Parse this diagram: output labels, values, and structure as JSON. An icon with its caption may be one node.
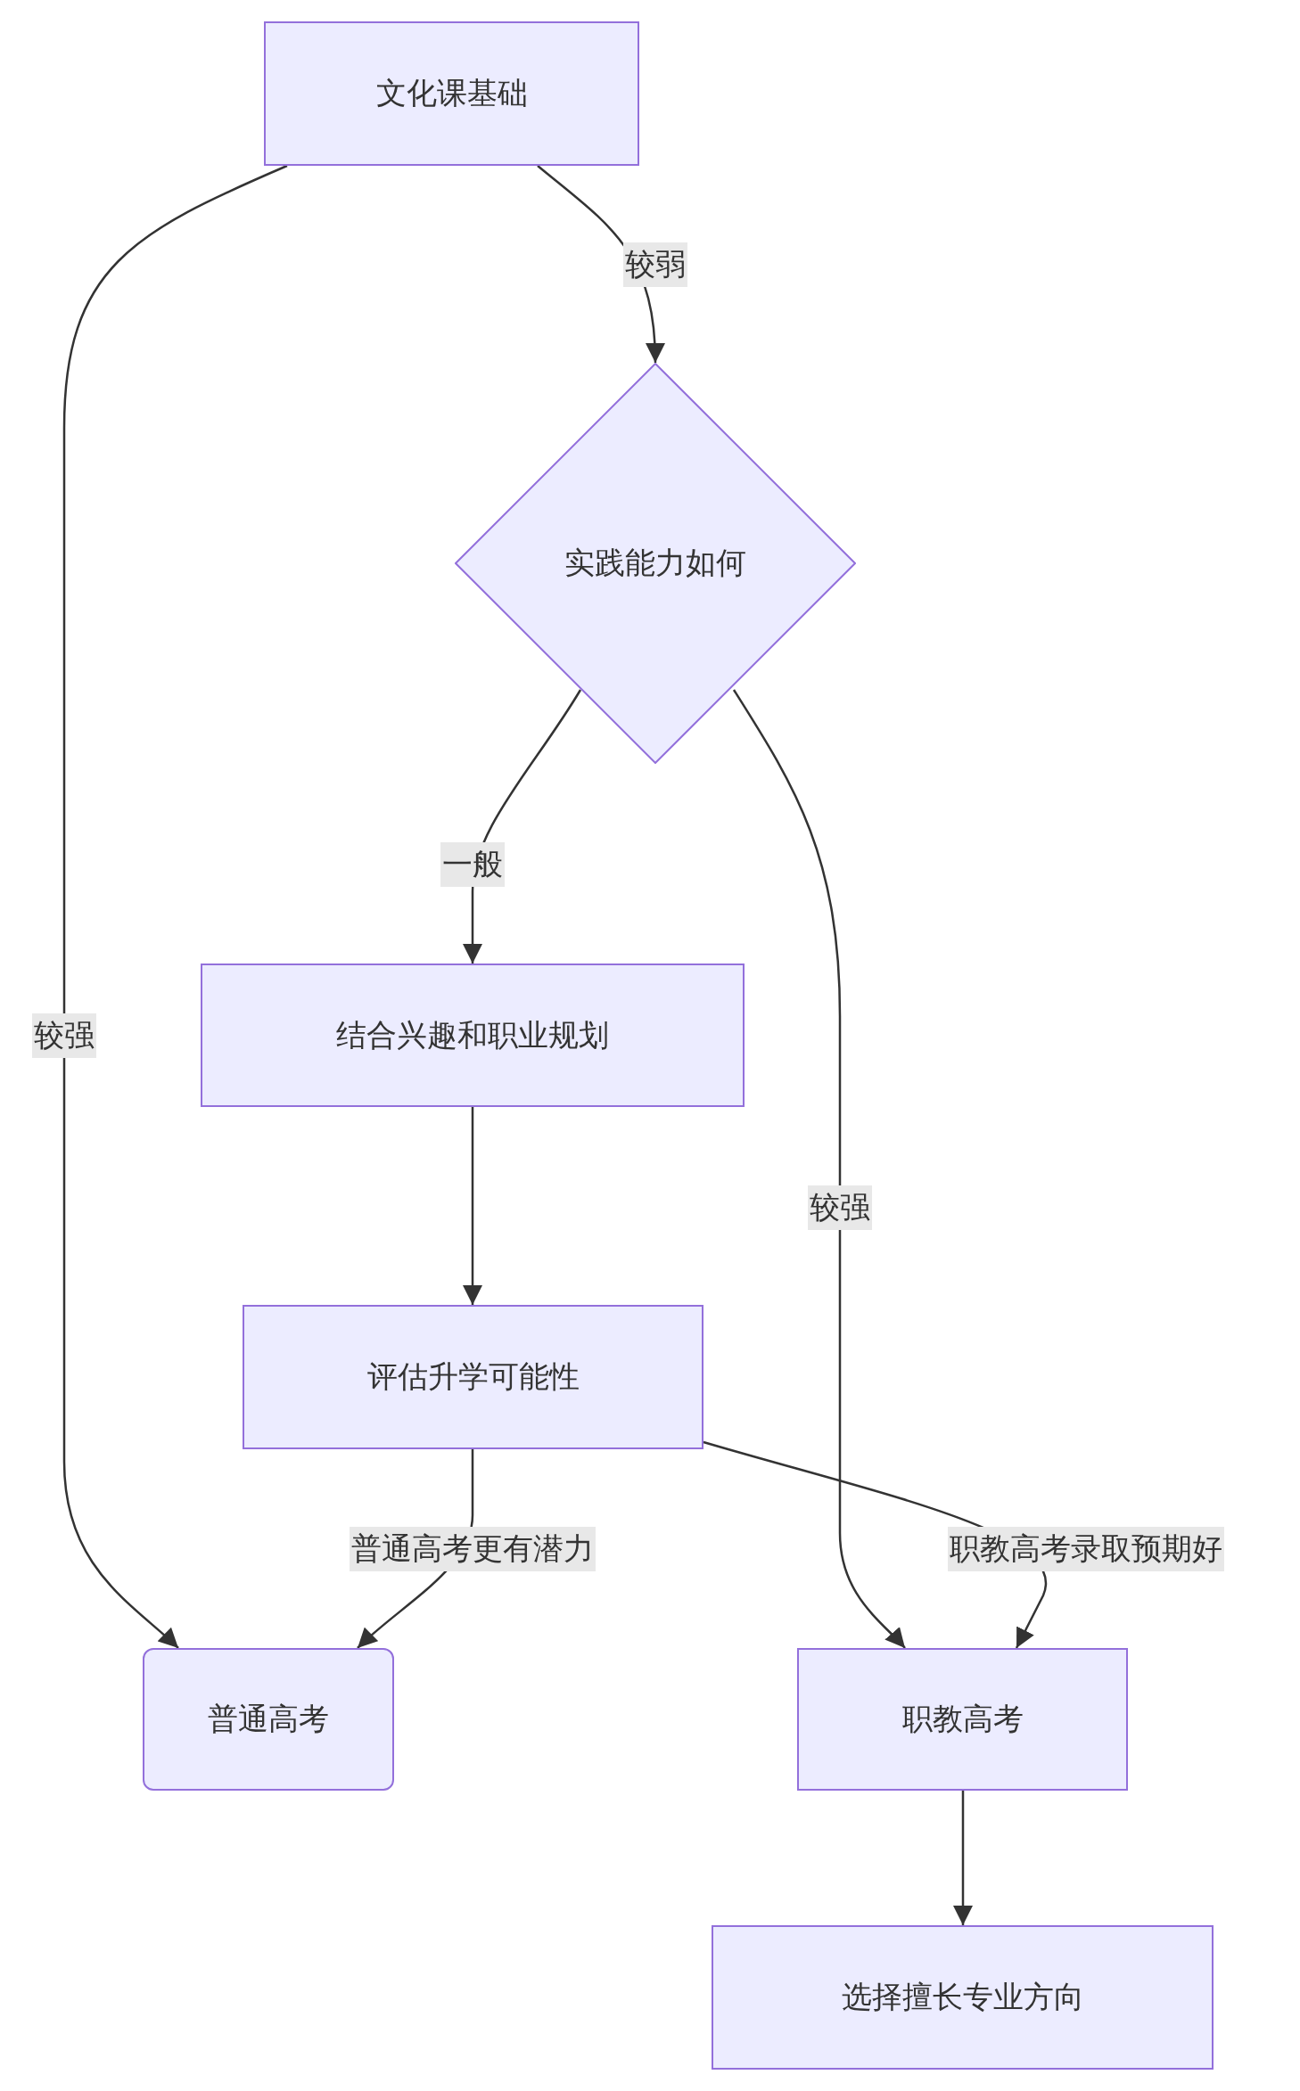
{
  "diagram": {
    "nodes": [
      {
        "text": [
          "文化课基础"
        ]
      },
      {
        "text": [
          "实践能力如何"
        ]
      },
      {
        "text": [
          "结合兴趣和职业规划"
        ]
      },
      {
        "text": [
          "评估升学可能性"
        ]
      },
      {
        "text": [
          "普通高考"
        ]
      },
      {
        "text": [
          "职教高考"
        ]
      },
      {
        "text": [
          "选择擅长专业方向"
        ]
      }
    ],
    "edges": [
      {
        "from": 0,
        "to": 4,
        "arrow": "to",
        "label": "较强"
      },
      {
        "from": 0,
        "to": 1,
        "arrow": "to",
        "label": "较弱"
      },
      {
        "from": 1,
        "to": 2,
        "arrow": "to",
        "label": "一般"
      },
      {
        "from": 1,
        "to": 5,
        "arrow": "to",
        "label": "较强"
      },
      {
        "from": 2,
        "to": 3,
        "arrow": "to"
      },
      {
        "from": 3,
        "to": 4,
        "arrow": "to",
        "label": "普通高考更有潜力"
      },
      {
        "from": 3,
        "to": 5,
        "arrow": "to",
        "label": "职教高考录取预期好"
      },
      {
        "from": 5,
        "to": 6,
        "arrow": "to"
      }
    ]
  }
}
